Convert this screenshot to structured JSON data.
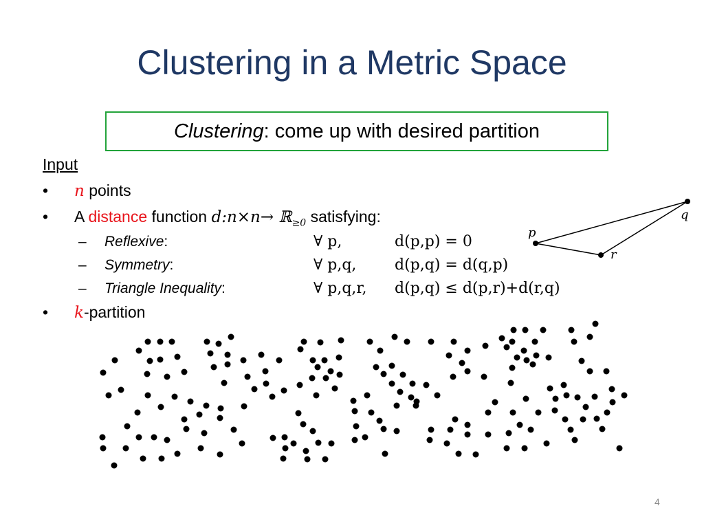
{
  "title": "Clustering in a Metric Space",
  "definition": {
    "term": "Clustering",
    "rest": ": come up with desired partition"
  },
  "input_heading": "Input",
  "bullets": {
    "b1": {
      "symbol": "•",
      "var": "n",
      "text": " points"
    },
    "b2": {
      "symbol": "•",
      "prefix": "A ",
      "highlight": "distance",
      "mid": " function ",
      "formula": "d:n×n→ ℝ",
      "formula_sub": "≥0",
      "suffix": " satisfying:"
    },
    "b3": {
      "symbol": "•",
      "var": "k",
      "text": "-partition"
    }
  },
  "properties": [
    {
      "dash": "–",
      "name": "Reflexive",
      "colon": ":",
      "quant": "∀ p,",
      "eq": "d(p,p) = 0"
    },
    {
      "dash": "–",
      "name": "Symmetry",
      "colon": ":",
      "quant": "∀ p,q,",
      "eq": "d(p,q) = d(q,p)"
    },
    {
      "dash": "–",
      "name": "Triangle Inequality",
      "colon": ":",
      "quant": "∀ p,q,r,",
      "eq": "d(p,q) ≤ d(p,r)+d(r,q)"
    }
  ],
  "triangle_labels": {
    "p": "p",
    "q": "q",
    "r": "r"
  },
  "page_number": "4",
  "colors": {
    "title": "#1f3864",
    "box_border": "#22a33a",
    "highlight": "#e8141b"
  }
}
